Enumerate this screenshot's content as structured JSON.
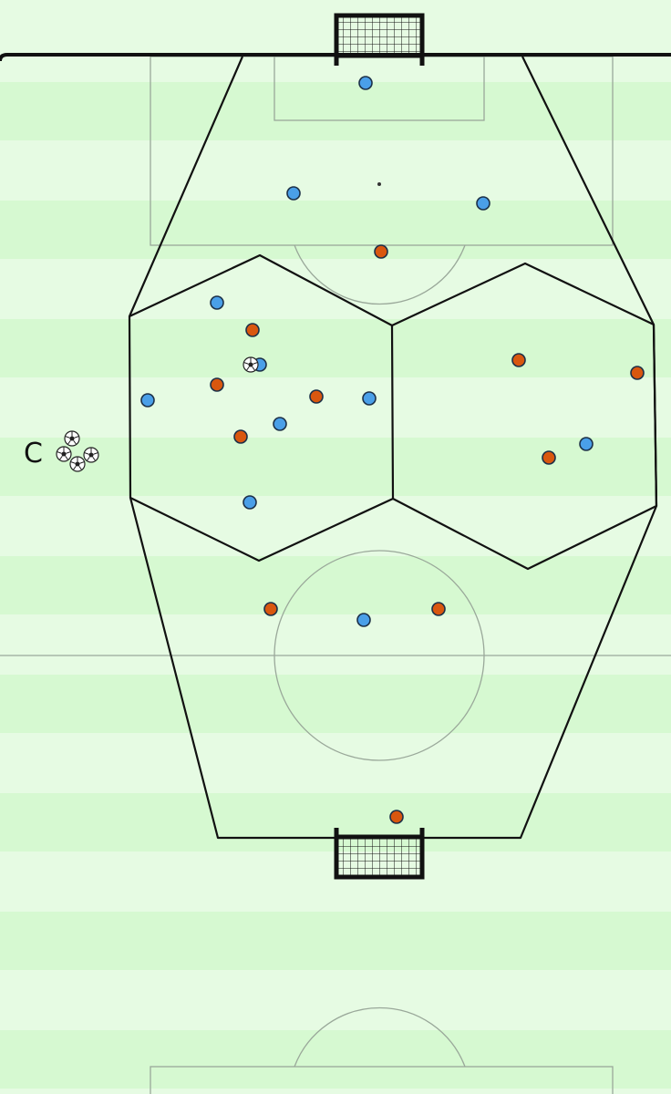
{
  "diagram": {
    "colors": {
      "grass_light": "#e6fbe3",
      "grass_dark": "#d6f9d1",
      "pitch_marking": "#9aa89a",
      "zone_line": "#111111",
      "team_blue": "#4a9fe8",
      "team_orange": "#d9570f",
      "player_outline": "#1c3048"
    },
    "coach": {
      "label": "C",
      "ball_count": 4
    },
    "players": {
      "blue": [
        {
          "id": "b1",
          "role": "goalkeeper-top"
        },
        {
          "id": "b2"
        },
        {
          "id": "b3"
        },
        {
          "id": "b4"
        },
        {
          "id": "b5",
          "has_ball": true
        },
        {
          "id": "b6"
        },
        {
          "id": "b7"
        },
        {
          "id": "b8"
        },
        {
          "id": "b9"
        },
        {
          "id": "b10"
        },
        {
          "id": "b11"
        }
      ],
      "orange": [
        {
          "id": "o1"
        },
        {
          "id": "o2"
        },
        {
          "id": "o3"
        },
        {
          "id": "o4"
        },
        {
          "id": "o5"
        },
        {
          "id": "o6"
        },
        {
          "id": "o7"
        },
        {
          "id": "o8"
        },
        {
          "id": "o9"
        },
        {
          "id": "o10"
        },
        {
          "id": "o11",
          "role": "goalkeeper-bottom"
        }
      ]
    },
    "icons": [
      "goal-net-icon",
      "soccer-ball-icon"
    ]
  }
}
